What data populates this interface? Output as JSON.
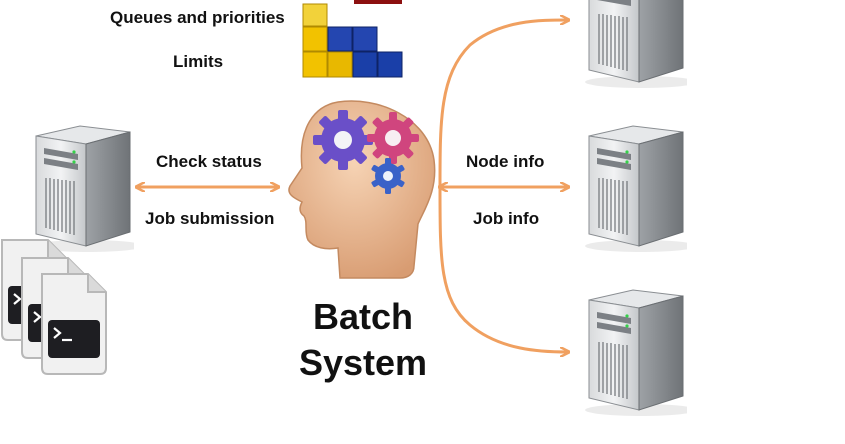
{
  "labels": {
    "queues": "Queues and priorities",
    "limits": "Limits",
    "check_status": "Check status",
    "job_submission": "Job submission",
    "node_info": "Node info",
    "job_info": "Job info",
    "title_line1": "Batch",
    "title_line2": "System"
  },
  "colors": {
    "arrow": "#F0A060",
    "tetris_yellow": "#F2C200",
    "tetris_blue": "#1A3FA8",
    "gear_purple": "#6A4FC8",
    "gear_pink": "#D0457E",
    "gear_blue": "#3A62C8",
    "head_skin": "#E3B48F",
    "server_gray": "#A8ABAF"
  },
  "icons": [
    "server-icon",
    "head-gears-icon",
    "tetris-blocks-icon",
    "terminal-file-icon"
  ]
}
